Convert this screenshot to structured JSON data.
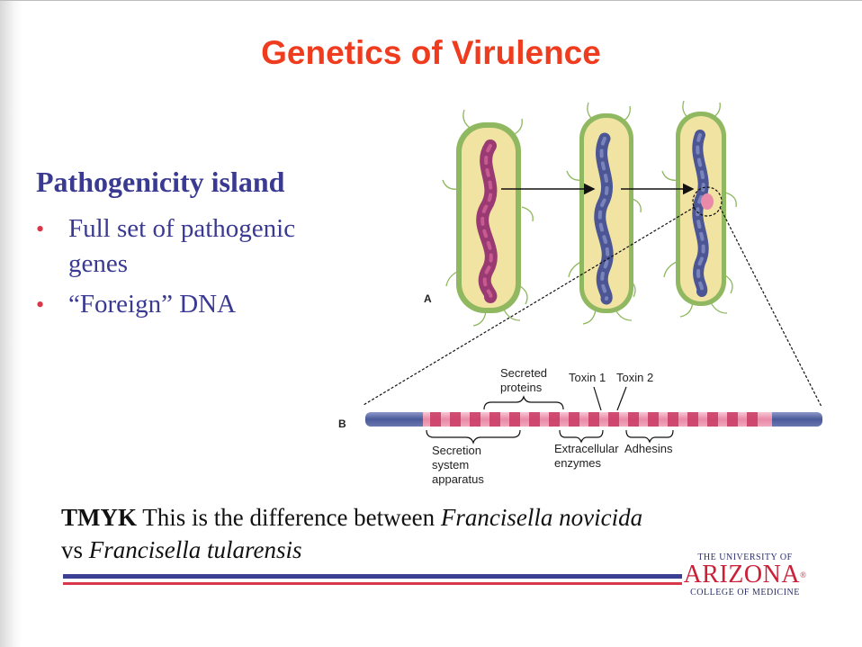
{
  "slide": {
    "title": "Genetics of Virulence",
    "heading": "Pathogenicity island",
    "bullets": [
      {
        "text": "Full set of pathogenic genes"
      },
      {
        "text": "“Foreign” DNA"
      }
    ],
    "caption": {
      "prefix": "TMYK",
      "text_1": " This is the difference between ",
      "italic_1": "Francisella novicida",
      "text_2": "vs ",
      "italic_2": "Francisella tularensis"
    },
    "bullet_glyph": "•"
  },
  "figure": {
    "panel_a_label": "A",
    "panel_b_label": "B",
    "labels": {
      "secreted_1": "Secreted",
      "secreted_2": "proteins",
      "toxin_1": "Toxin 1",
      "toxin_2": "Toxin 2",
      "secretion_1": "Secretion",
      "secretion_2": "system",
      "secretion_3": "apparatus",
      "extracellular_1": "Extracellular",
      "extracellular_2": "enzymes",
      "adhesins": "Adhesins"
    },
    "colors": {
      "cell_fill": "#f1e3a2",
      "cell_wall": "#8fb860",
      "chromosome_pink": "#9a3a72",
      "chromosome_blue": "#4c5694",
      "island_pink": "#e98aa8",
      "island_band": "#c93a64",
      "strip_blue": "#4a5a9a"
    }
  },
  "logo": {
    "top": "THE UNIVERSITY OF",
    "main": "ARIZONA",
    "mark": "®",
    "bottom": "COLLEGE OF MEDICINE"
  }
}
